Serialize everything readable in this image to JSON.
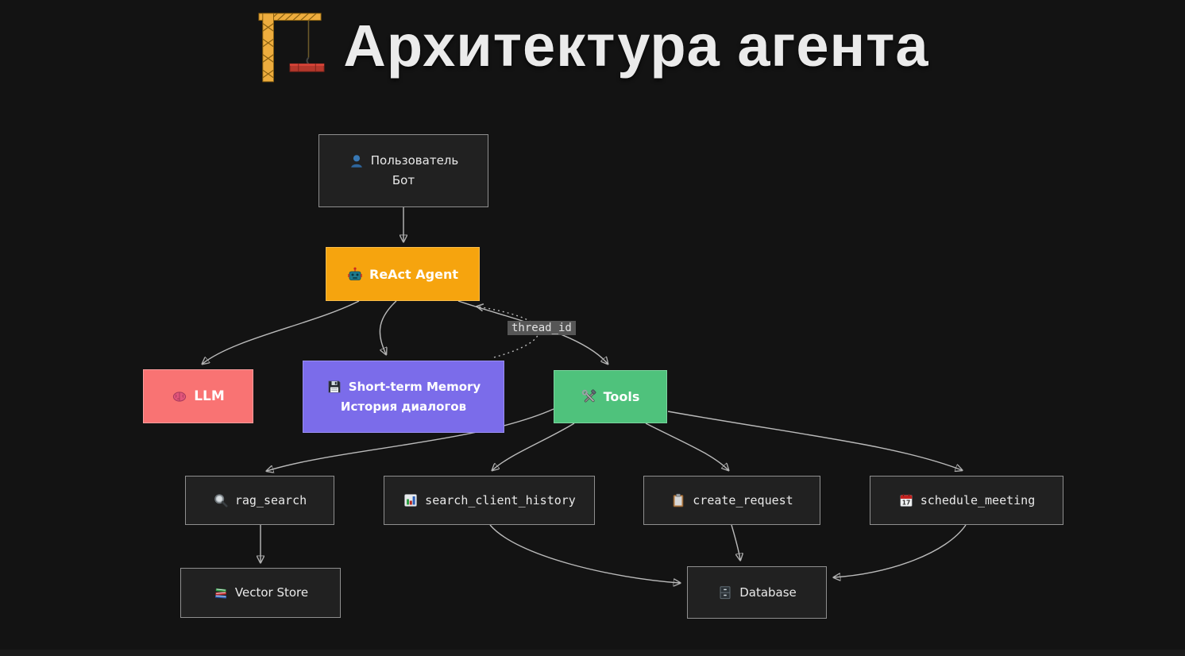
{
  "page": {
    "background": "#131313",
    "bottom_bar_color": "#1c1c1c"
  },
  "header": {
    "title": "Архитектура агента",
    "title_color": "#ebebeb",
    "icon": "construction-crane-icon"
  },
  "edges": {
    "line_color": "#c9c9c9",
    "thread_label": {
      "text": "thread_id",
      "bg": "#565656",
      "color": "#e3e3e3"
    }
  },
  "nodes": {
    "user": {
      "icon": "user-icon",
      "line1": "Пользователь",
      "line2": "Бот",
      "bg": "#212121",
      "border": "#8f8f8f",
      "text_color": "#e9e9e9"
    },
    "agent": {
      "icon": "robot-icon",
      "label": "ReAct Agent",
      "bg": "#f6a40e",
      "border": "#f8bc4a",
      "text_color": "#ffffff"
    },
    "llm": {
      "icon": "brain-icon",
      "label": "LLM",
      "bg": "#f97373",
      "border": "#fb9d9d",
      "text_color": "#ffffff"
    },
    "memory": {
      "icon": "floppy-disk-icon",
      "line1": "Short-term Memory",
      "line2": "История диалогов",
      "bg": "#7b6cea",
      "border": "#9a8ff0",
      "text_color": "#ffffff"
    },
    "tools": {
      "icon": "hammer-wrench-icon",
      "label": "Tools",
      "bg": "#4fc27c",
      "border": "#7bd49e",
      "text_color": "#ffffff"
    },
    "rag_search": {
      "icon": "magnifier-icon",
      "label": "rag_search",
      "bg": "#212121",
      "border": "#8f8f8f"
    },
    "search_client_history": {
      "icon": "bar-chart-icon",
      "label": "search_client_history",
      "bg": "#212121",
      "border": "#8f8f8f"
    },
    "create_request": {
      "icon": "clipboard-icon",
      "label": "create_request",
      "bg": "#212121",
      "border": "#8f8f8f"
    },
    "schedule_meeting": {
      "icon": "calendar-icon",
      "label": "schedule_meeting",
      "calendar_day": "17",
      "bg": "#212121",
      "border": "#8f8f8f"
    },
    "vector_store": {
      "icon": "books-icon",
      "label": "Vector Store",
      "bg": "#212121",
      "border": "#8f8f8f"
    },
    "database": {
      "icon": "file-cabinet-icon",
      "label": "Database",
      "bg": "#212121",
      "border": "#8f8f8f"
    }
  }
}
